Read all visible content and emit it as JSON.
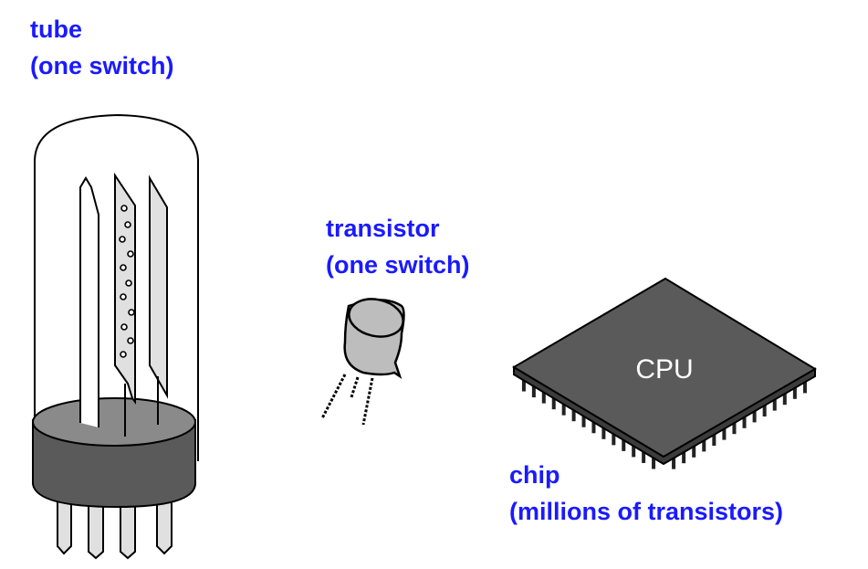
{
  "labels": {
    "tube": {
      "name": "tube",
      "note": "(one switch)"
    },
    "transistor": {
      "name": "transistor",
      "note": "(one switch)"
    },
    "chip": {
      "name": "chip",
      "note": "(millions of transistors)",
      "marking": "CPU"
    }
  },
  "colors": {
    "label": "#1a1aff",
    "dark_gray": "#5a5a5a",
    "mid_gray": "#8a8a8a",
    "light_gray": "#e0e0e0",
    "transistor_gray": "#bdbdbd"
  }
}
